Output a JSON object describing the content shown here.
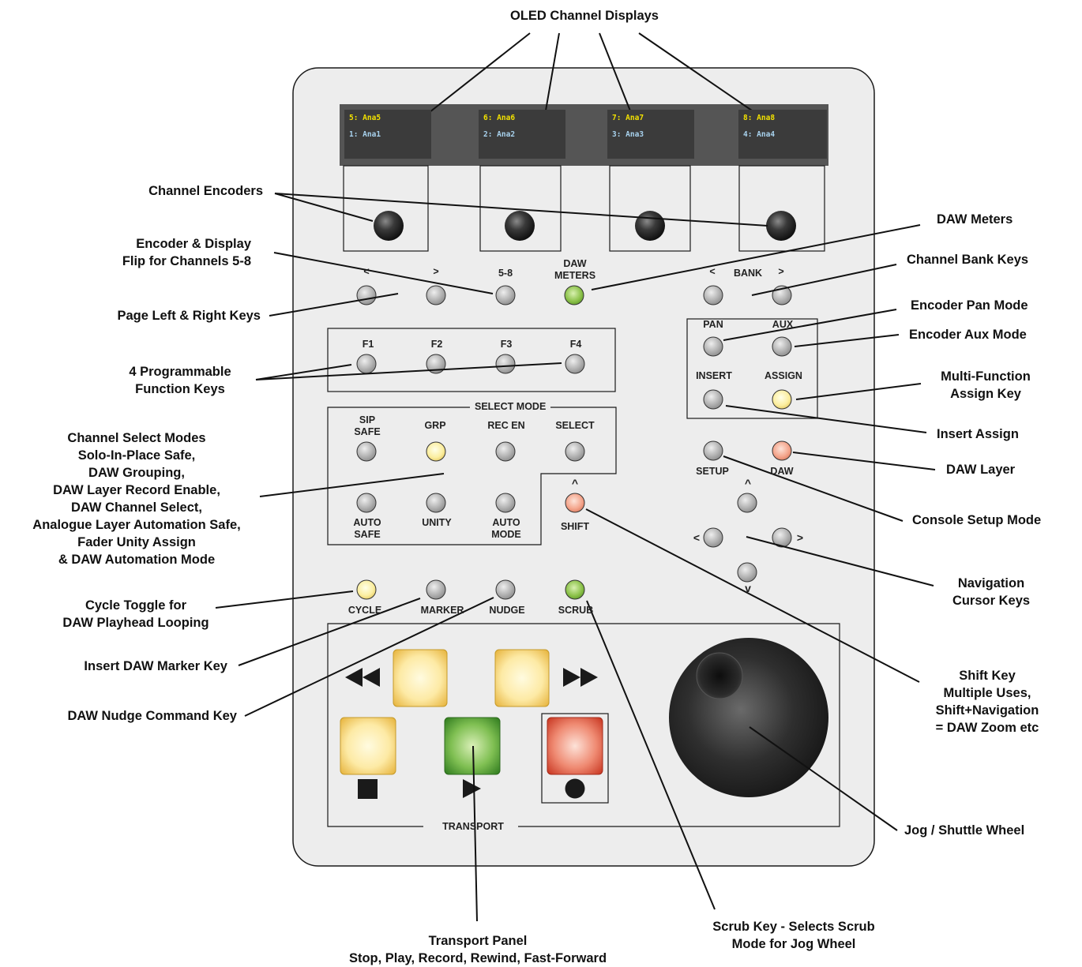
{
  "title": "OLED Channel Displays",
  "oled_displays": [
    {
      "top": "5: Ana5",
      "bottom": "1: Ana1"
    },
    {
      "top": "6: Ana6",
      "bottom": "2: Ana2"
    },
    {
      "top": "7: Ana7",
      "bottom": "3: Ana3"
    },
    {
      "top": "8: Ana8",
      "bottom": "4: Ana4"
    }
  ],
  "buttons": {
    "page_left": "<",
    "page_right": ">",
    "flip": "5-8",
    "daw_meters": "DAW\nMETERS",
    "bank_left": "<",
    "bank": "BANK",
    "bank_right": ">",
    "f1": "F1",
    "f2": "F2",
    "f3": "F3",
    "f4": "F4",
    "select_mode": "SELECT MODE",
    "sip_safe": "SIP\nSAFE",
    "grp": "GRP",
    "rec_en": "REC EN",
    "select": "SELECT",
    "auto_safe": "AUTO\nSAFE",
    "unity": "UNITY",
    "auto_mode": "AUTO\nMODE",
    "shift_caret": "^",
    "shift": "SHIFT",
    "pan": "PAN",
    "aux": "AUX",
    "insert": "INSERT",
    "assign": "ASSIGN",
    "setup": "SETUP",
    "daw": "DAW",
    "nav_up": "^",
    "nav_left": "<",
    "nav_right": ">",
    "nav_down": "v",
    "cycle": "CYCLE",
    "marker": "MARKER",
    "nudge": "NUDGE",
    "scrub": "SCRUB",
    "transport": "TRANSPORT"
  },
  "annotations": {
    "channel_encoders": "Channel Encoders",
    "encoder_flip": "Encoder & Display\nFlip for Channels  5-8",
    "page_keys": "Page Left & Right Keys",
    "function_keys": "4 Programmable\nFunction Keys",
    "select_modes": "Channel Select Modes\nSolo-In-Place Safe,\nDAW Grouping,\nDAW Layer Record Enable,\nDAW Channel Select,\nAnalogue Layer Automation Safe,\nFader Unity Assign\n& DAW Automation Mode",
    "cycle": "Cycle Toggle for\nDAW Playhead Looping",
    "marker": "Insert DAW Marker Key",
    "nudge": "DAW Nudge Command Key",
    "daw_meters": "DAW Meters",
    "bank_keys": "Channel Bank Keys",
    "pan_mode": "Encoder Pan Mode",
    "aux_mode": "Encoder Aux Mode",
    "assign_key": "Multi-Function\nAssign Key",
    "insert_assign": "Insert Assign",
    "daw_layer": "DAW Layer",
    "setup_mode": "Console Setup Mode",
    "nav_keys": "Navigation\nCursor Keys",
    "shift_key": "Shift Key\nMultiple Uses,\nShift+Navigation\n= DAW Zoom etc",
    "jog_wheel": "Jog / Shuttle Wheel",
    "scrub_key": "Scrub Key - Selects Scrub\nMode for Jog Wheel",
    "transport_panel": "Transport Panel\nStop, Play, Record, Rewind, Fast-Forward"
  },
  "colors": {
    "panel": "#ededed",
    "grey_button": "#b3b3b3",
    "yellow": "#fbeea0",
    "green": "#8cc24a",
    "salmon": "#f4a58c",
    "transport_yellow": "#fbe38a",
    "transport_green": "#5ea535",
    "transport_red": "#e9544a"
  }
}
